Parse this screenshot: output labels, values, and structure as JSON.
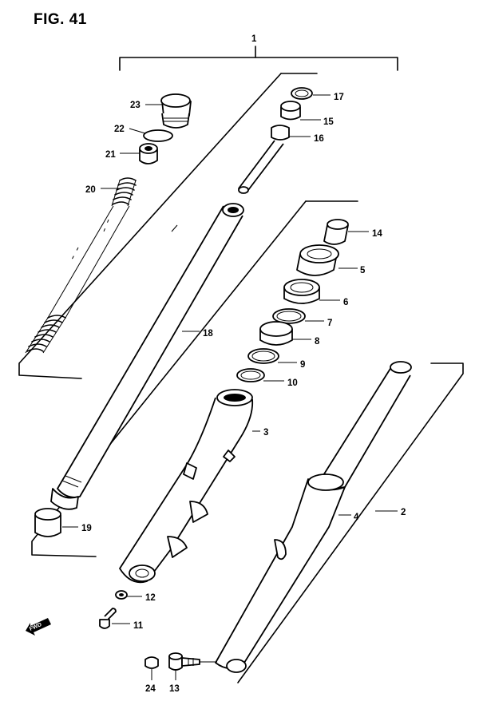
{
  "figure": {
    "title": "FIG. 41"
  },
  "callouts": {
    "p1": "1",
    "p2": "2",
    "p3": "3",
    "p4": "4",
    "p5": "5",
    "p6": "6",
    "p7": "7",
    "p8": "8",
    "p9": "9",
    "p10": "10",
    "p11": "11",
    "p12": "12",
    "p13": "13",
    "p14": "14",
    "p15": "15",
    "p16": "16",
    "p17": "17",
    "p18": "18",
    "p19": "19",
    "p20": "20",
    "p21": "21",
    "p22": "22",
    "p23": "23",
    "p24": "24"
  },
  "direction_marker": {
    "label": "FWD",
    "icon": "arrow-left-icon"
  }
}
